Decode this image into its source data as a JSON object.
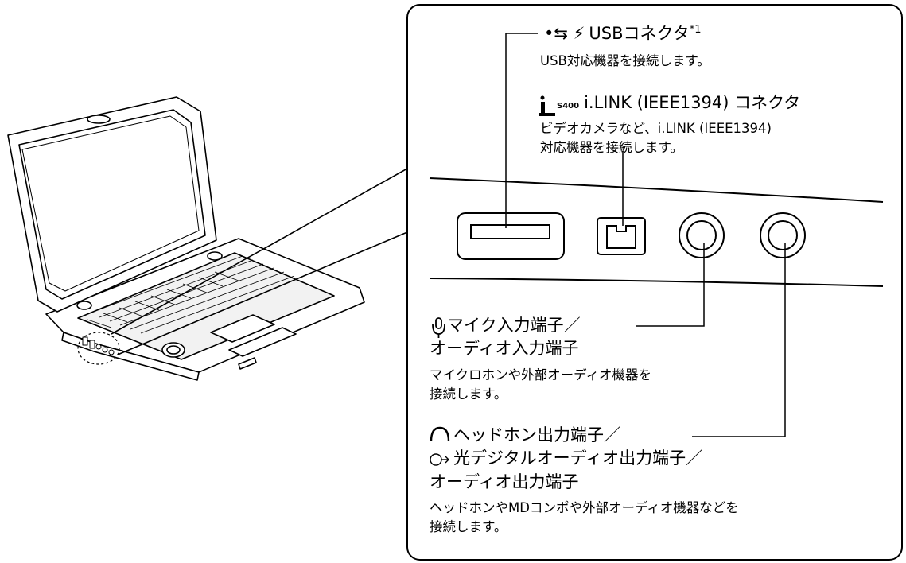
{
  "labels": {
    "usb": {
      "icons": "•⇆ ⚡",
      "title": "USBコネクタ",
      "footnote": "*1",
      "desc": "USB対応機器を接続します。"
    },
    "ilink": {
      "icon_text": "S400",
      "title": "i.LINK (IEEE1394) コネクタ",
      "desc_line1": "ビデオカメラなど、i.LINK (IEEE1394)",
      "desc_line2": "対応機器を接続します。"
    },
    "mic": {
      "title_line1": "マイク入力端子／",
      "title_line2": "オーディオ入力端子",
      "desc_line1": "マイクロホンや外部オーディオ機器を",
      "desc_line2": "接続します。"
    },
    "headphone": {
      "title_line1": "ヘッドホン出力端子／",
      "title_line2": "光デジタルオーディオ出力端子／",
      "title_line3": "オーディオ出力端子",
      "desc_line1": "ヘッドホンやMDコンポや外部オーディオ機器などを",
      "desc_line2": "接続します。"
    }
  },
  "icons": [
    "laptop-illustration",
    "usb-port",
    "ilink-port",
    "mic-jack",
    "headphone-jack",
    "mic-icon",
    "headphone-icon",
    "optical-icon",
    "ilink-icon",
    "usb-icon",
    "power-icon"
  ]
}
